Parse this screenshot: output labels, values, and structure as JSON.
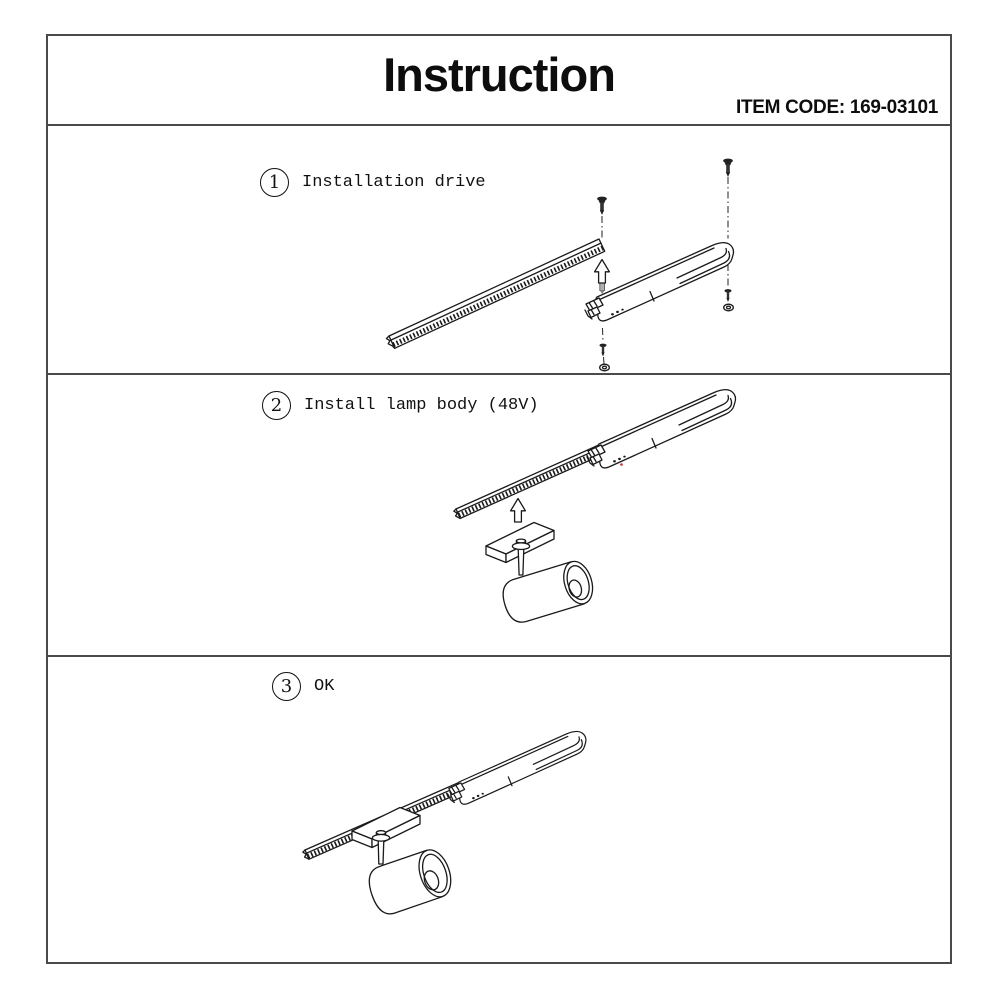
{
  "header": {
    "title": "Instruction",
    "item_code": "ITEM CODE: 169-03101"
  },
  "steps": [
    {
      "number": "1",
      "label": "Installation drive",
      "figure": "track-rail-and-drive-bracket-exploded"
    },
    {
      "number": "2",
      "label": "Install lamp body (48V)",
      "figure": "lamp-body-mounting-to-track"
    },
    {
      "number": "3",
      "label": "OK",
      "figure": "assembled-track-spotlight"
    }
  ],
  "colors": {
    "line": "#1a1a1a",
    "frame_border": "#4a4a4a",
    "background": "#ffffff",
    "accent_speck": "#c03030"
  }
}
